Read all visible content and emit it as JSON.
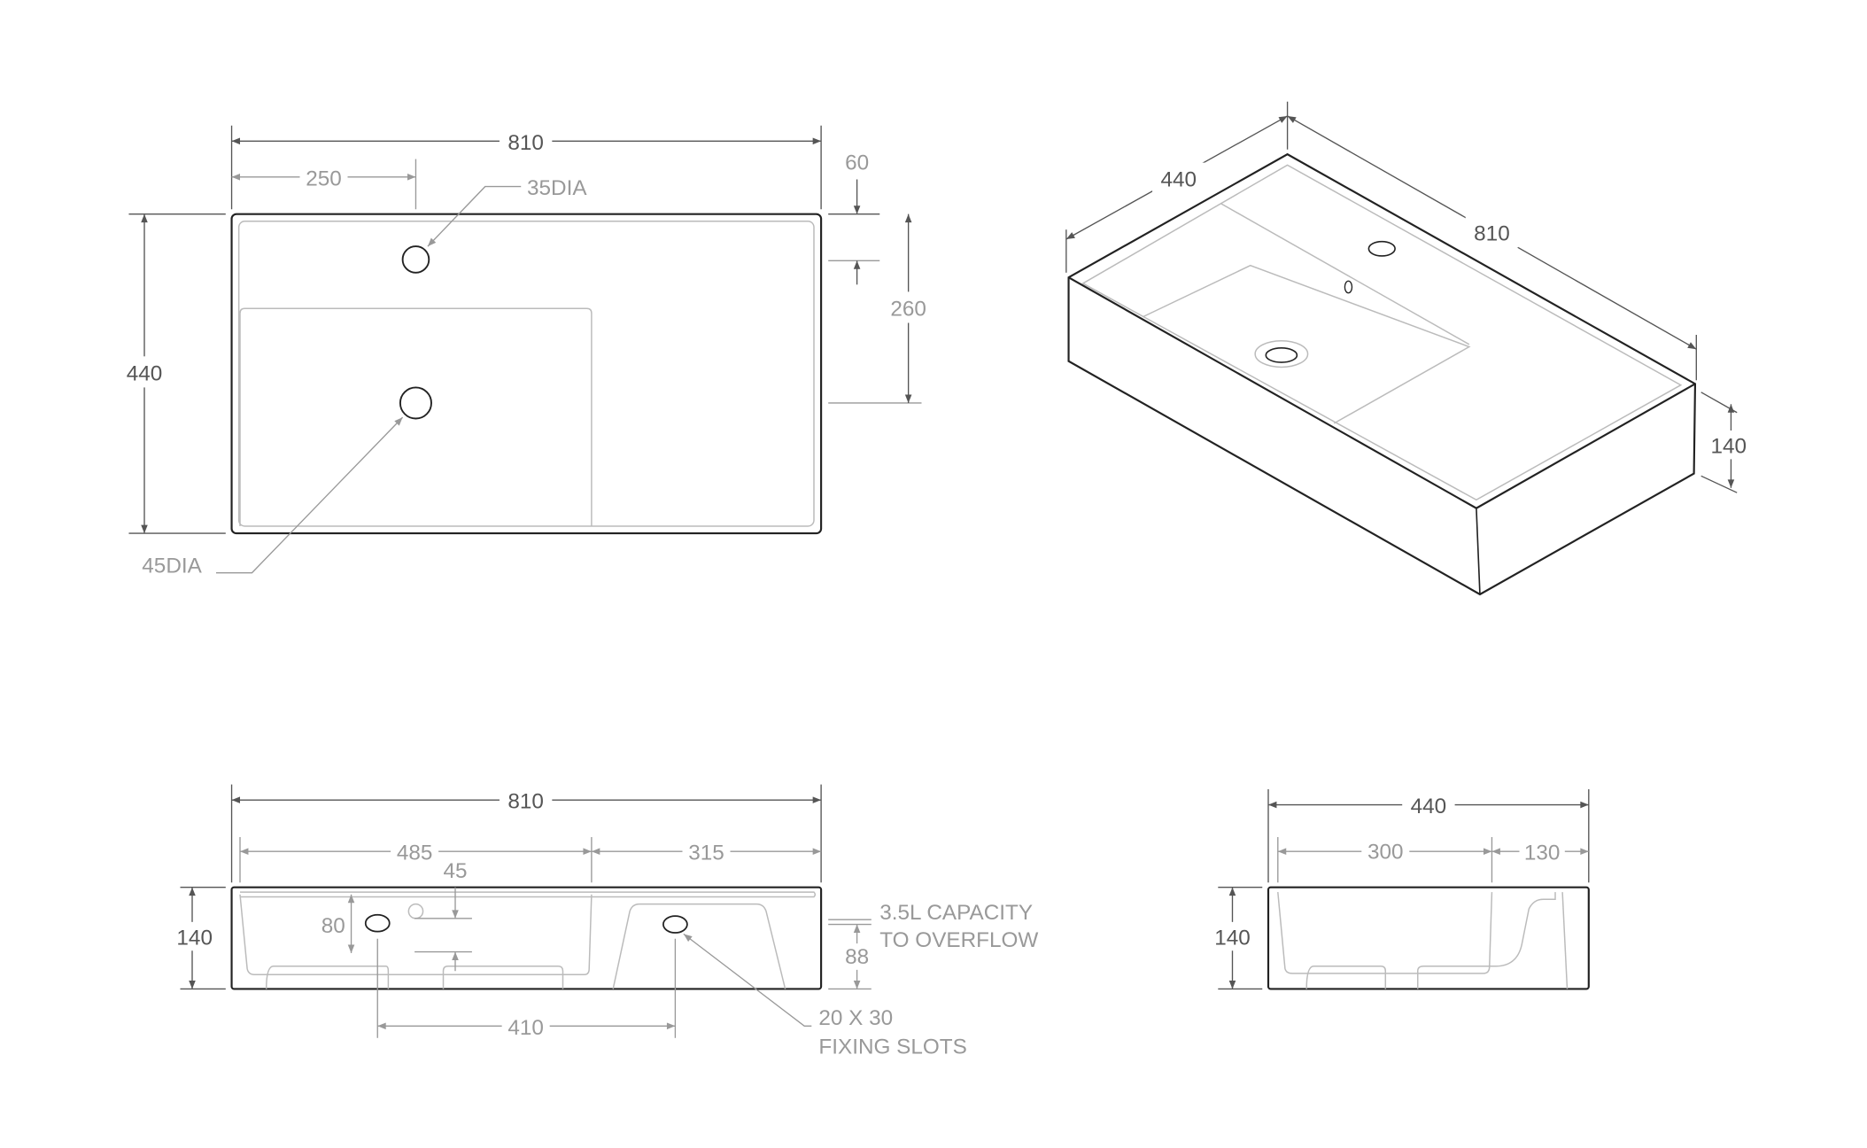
{
  "title": "Wall basin technical drawing",
  "colors": {
    "outline": "#222222",
    "dimension_primary": "#555555",
    "dimension_secondary": "#999999"
  },
  "plan_view": {
    "overall_width": "810",
    "overall_depth": "440",
    "tap_offset": "250",
    "tap_hole": "35DIA",
    "waste_hole": "45DIA",
    "tap_from_back": "60",
    "waste_from_back": "260"
  },
  "iso_view": {
    "depth": "440",
    "width": "810",
    "height": "140"
  },
  "front_view": {
    "overall_width": "810",
    "bowl_width": "485",
    "deck_width": "315",
    "overflow_offset": "45",
    "slot_height": "80",
    "height": "140",
    "slot_spacing": "410",
    "overflow_height": "88",
    "capacity_note": [
      "3.5L CAPACITY",
      "TO OVERFLOW"
    ],
    "slot_note": [
      "20 X 30",
      "FIXING SLOTS"
    ]
  },
  "side_view": {
    "overall_depth": "440",
    "bowl_depth": "300",
    "rear_depth": "130",
    "height": "140"
  }
}
